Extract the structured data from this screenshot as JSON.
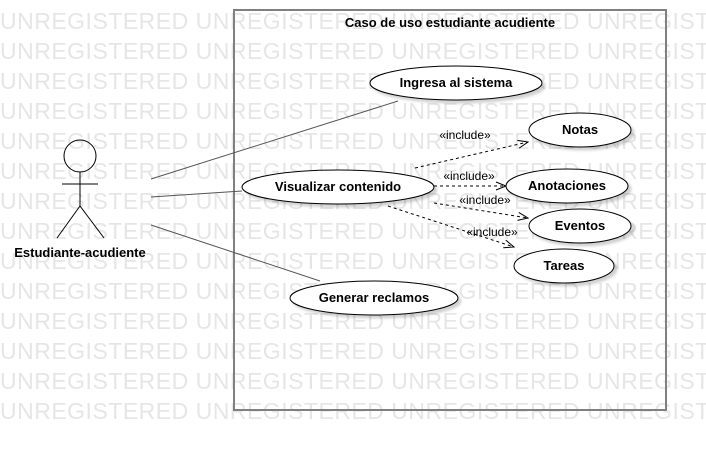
{
  "watermark": {
    "text": "UNREGISTERED UNREGISTERED UNREGISTERED UNREGISTERED"
  },
  "system": {
    "title": "Caso de uso estudiante acudiente"
  },
  "actor": {
    "name": "Estudiante-acudiente"
  },
  "use_cases": {
    "ingresa": "Ingresa al sistema",
    "visualizar": "Visualizar contenido",
    "generar": "Generar reclamos",
    "notas": "Notas",
    "anotaciones": "Anotaciones",
    "eventos": "Eventos",
    "tareas": "Tareas"
  },
  "include_label": "«include»",
  "colors": {
    "line": "#555555",
    "border": "#808080",
    "watermark": "#e6e6e6"
  }
}
